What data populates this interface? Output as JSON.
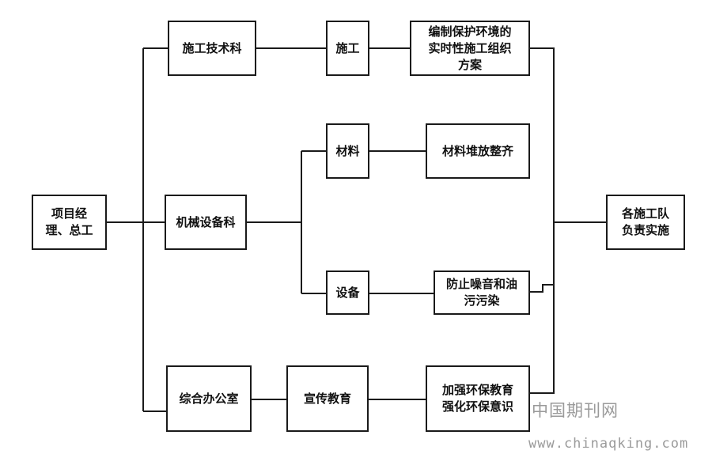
{
  "nodes": {
    "manager": "项目经\n理、总工",
    "tech_dept": "施工技术科",
    "machine_dept": "机械设备科",
    "office": "综合办公室",
    "construction": "施工",
    "materials": "材料",
    "equipment": "设备",
    "publicity": "宣传教育",
    "env_plan": "编制保护环境的\n实时性施工组织\n方案",
    "material_stack": "材料堆放整齐",
    "noise_prevent": "防止噪音和油\n污污染",
    "strengthen": "加强环保教育\n强化环保意识",
    "teams": "各施工队\n负责实施"
  },
  "watermark": {
    "cn": "中国期刊网",
    "url": "www.chinaqking.com"
  }
}
